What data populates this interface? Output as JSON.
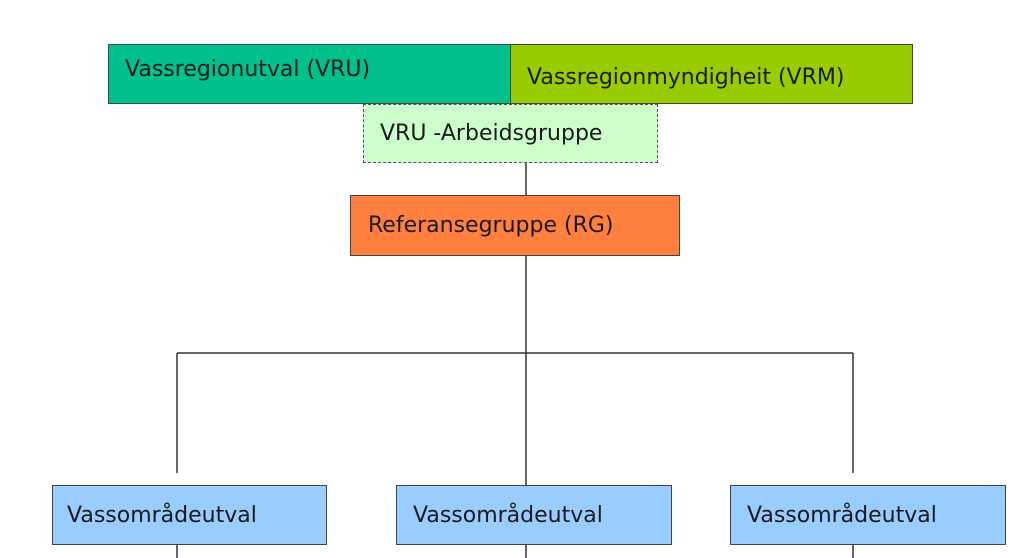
{
  "nodes": {
    "vru": "Vassregionutval (VRU)",
    "vrm": "Vassregionmyndigheit  (VRM)",
    "arbeidsgruppe": "VRU -Arbeidsgruppe",
    "referansegruppe": "Referansegruppe (RG)",
    "vassomradeutval_1": "Vassområdeutval",
    "vassomradeutval_2": "Vassområdeutval",
    "vassomradeutval_3": "Vassområdeutval"
  },
  "colors": {
    "vru_fill": "#00c08c",
    "vrm_fill": "#99cc00",
    "arbeidsgruppe_fill": "#ccffcc",
    "referansegruppe_fill": "#ff7f3f",
    "vassomradeutval_fill": "#99ccff",
    "connector": "#333333"
  }
}
